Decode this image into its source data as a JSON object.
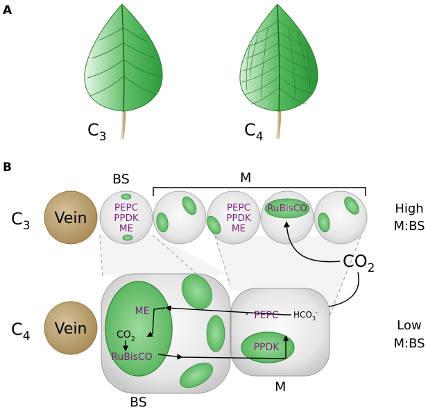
{
  "panels": {
    "a": "A",
    "b": "B"
  },
  "leaves": {
    "c3": {
      "main": "C",
      "sub": "3"
    },
    "c4": {
      "main": "C",
      "sub": "4"
    }
  },
  "panel_b": {
    "bs_top": "BS",
    "m_top": "M",
    "row_c3": {
      "main": "C",
      "sub": "3"
    },
    "row_c4": {
      "main": "C",
      "sub": "4"
    },
    "vein": "Vein",
    "c3_bs_enzymes": [
      "PEPC",
      "PPDK",
      "ME"
    ],
    "c3_m_enzymes": [
      "PEPC",
      "PPDK",
      "ME"
    ],
    "c3_rubisco": "RuBisCO",
    "co2_big": {
      "main": "CO",
      "sub": "2"
    },
    "high_ratio": [
      "High",
      "M:BS"
    ],
    "low_ratio": [
      "Low",
      "M:BS"
    ],
    "c4_me": "ME",
    "c4_co2": {
      "main": "CO",
      "sub": "2"
    },
    "c4_rubisco": "RuBisCO",
    "c4_pepc": "PEPC",
    "c4_ppdk": "PPDK",
    "hco3": {
      "main": "HCO",
      "sub": "3",
      "sup": "-"
    },
    "bs_bottom": "BS",
    "m_bottom": "M"
  },
  "colors": {
    "leaf_green": "#3aa64a",
    "chloroplast": "#5cb85c",
    "vein_brown": "#b59a6a",
    "enzyme_purple": "#7a1f7a",
    "cell_gray": "#d9d9d9"
  }
}
